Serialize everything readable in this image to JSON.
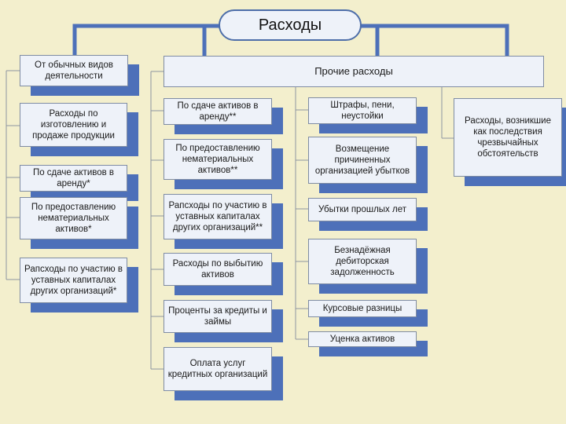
{
  "root": "Расходы",
  "ordinary": {
    "header": "От обычных видов деятельности",
    "items": [
      "Расходы по изготовлению и продаже продукции",
      "По сдаче активов в аренду*",
      "По предоставлению нематериальных активов*",
      "Рапсходы по участию в уставных капиталах других организаций*"
    ]
  },
  "other": {
    "header": "Прочие расходы",
    "col1": [
      "По сдаче активов в аренду**",
      "По предоставлению нематериальных активов**",
      "Рапсходы по участию в уставных капиталах других организаций**",
      "Расходы по выбытию активов",
      "Проценты за кредиты и займы",
      "Оплата услуг кредитных организаций"
    ],
    "col2": [
      "Штрафы, пени, неустойки",
      "Возмещение причиненных организацией убытков",
      "Убытки прошлых лет",
      "Безнадёжная дебиторская задолженность",
      "Курсовые разницы",
      "Уценка активов"
    ]
  },
  "emergency": "Расходы, возникшие как последствия чрезвычайных обстоятельств"
}
